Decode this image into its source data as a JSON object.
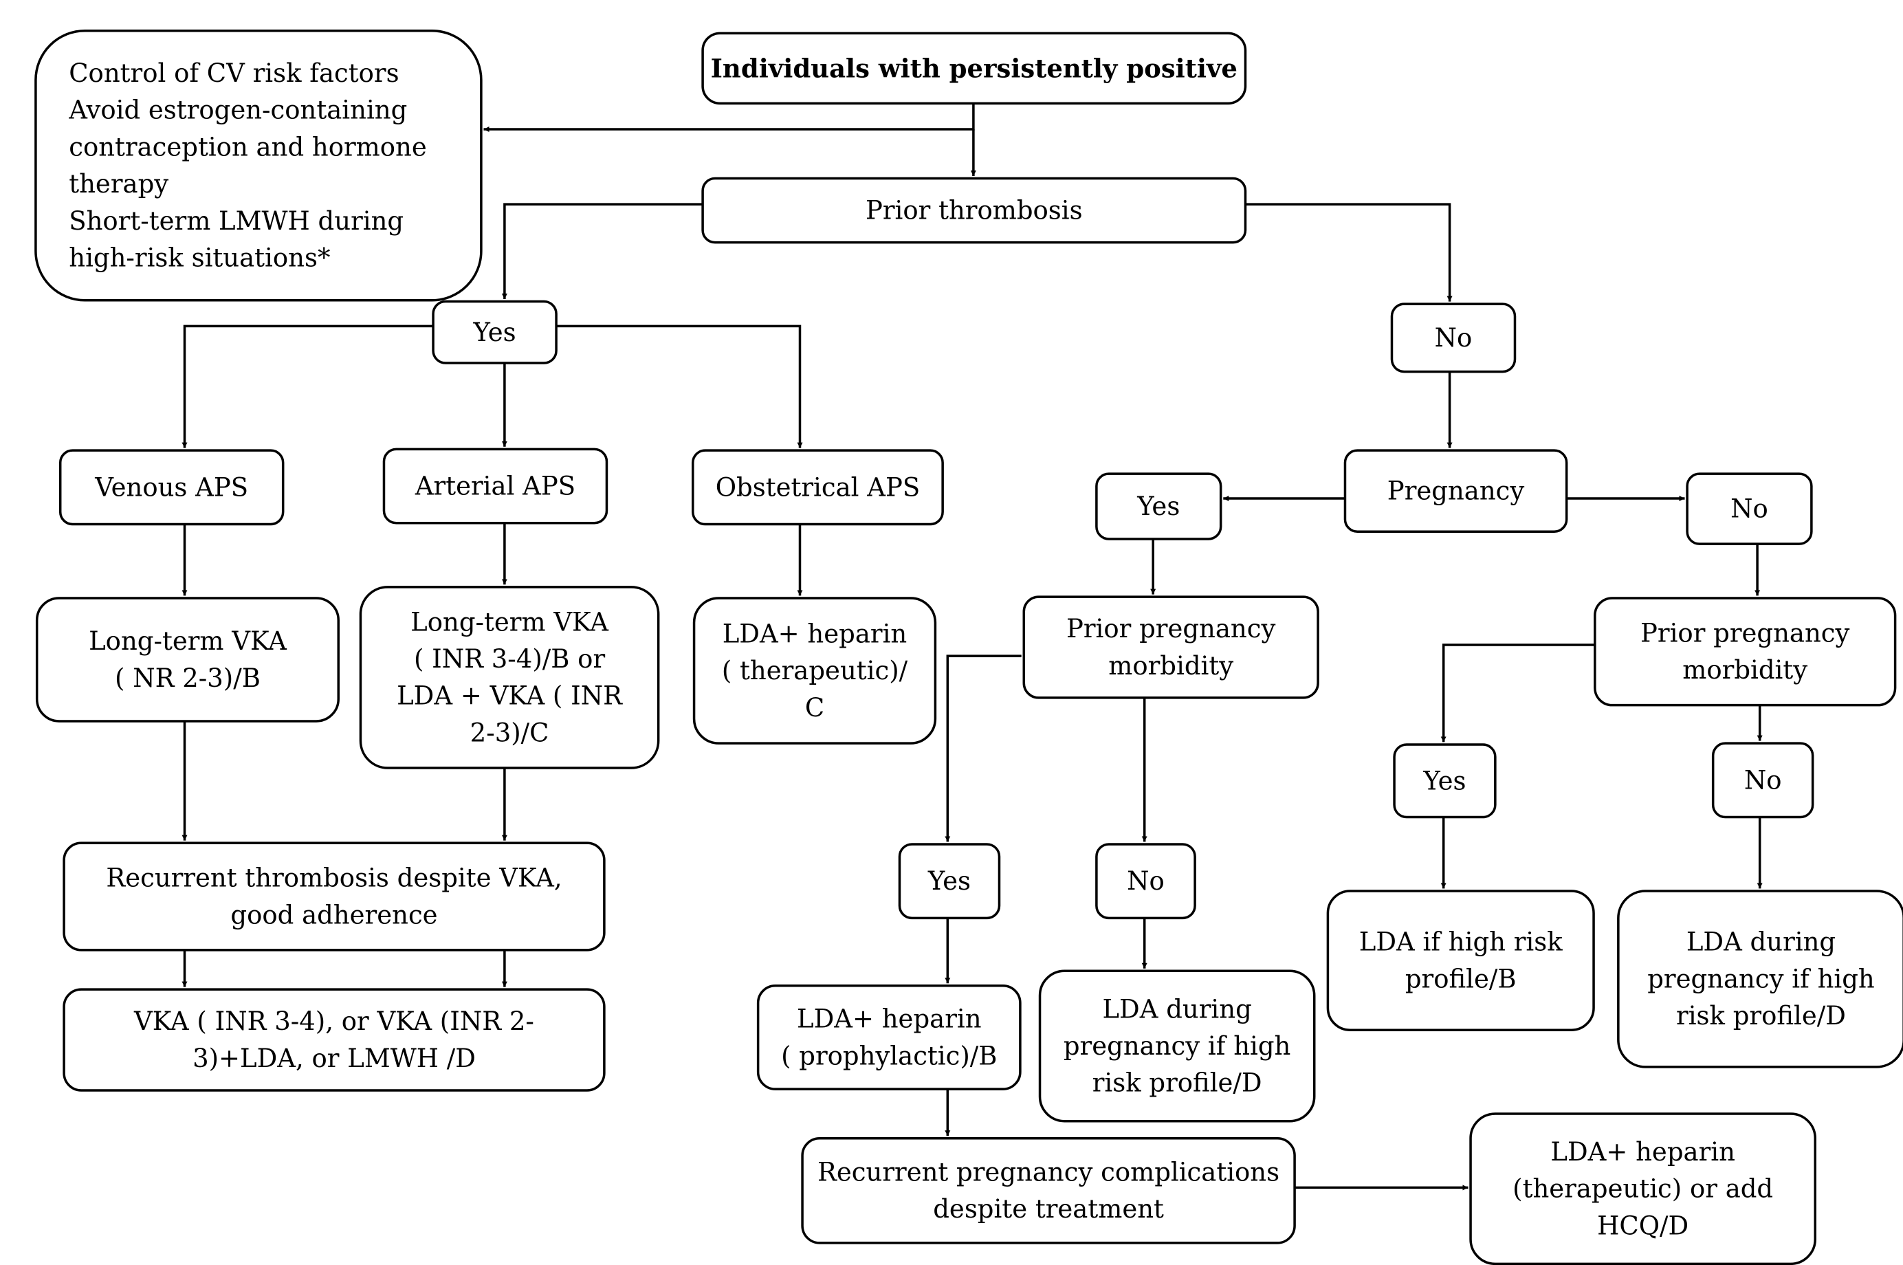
{
  "nodes": {
    "top": [
      "Individuals with persistently positive"
    ],
    "cv_box": [
      "Control of CV risk factors",
      "Avoid estrogen-containing",
      "contraception and hormone",
      "therapy",
      "Short-term LMWH during",
      "high-risk situations*"
    ],
    "prior_thrombosis": [
      "Prior thrombosis"
    ],
    "yes_main": [
      "Yes"
    ],
    "no_main": [
      "No"
    ],
    "venous": [
      "Venous APS"
    ],
    "arterial": [
      "Arterial APS"
    ],
    "obstetrical": [
      "Obstetrical APS"
    ],
    "venous_tx": [
      "Long-term VKA",
      "( NR 2-3)/B"
    ],
    "arterial_tx": [
      "Long-term VKA",
      "( INR 3-4)/B or",
      "LDA + VKA ( INR",
      "2-3)/C"
    ],
    "obstetric_tx": [
      "LDA+ heparin",
      "( therapeutic)/",
      "C"
    ],
    "recurrent_thrombosis": [
      "Recurrent thrombosis despite VKA,",
      "good adherence"
    ],
    "vka_final": [
      "VKA ( INR 3-4), or VKA (INR 2-",
      "3)+LDA, or LMWH /D"
    ],
    "pregnancy": [
      "Pregnancy"
    ],
    "preg_yes": [
      "Yes"
    ],
    "preg_no": [
      "No"
    ],
    "ppm_left": [
      "Prior pregnancy",
      "morbidity"
    ],
    "ppm_right": [
      "Prior pregnancy",
      "morbidity"
    ],
    "ppm_left_yes": [
      "Yes"
    ],
    "ppm_left_no": [
      "No"
    ],
    "ppm_right_yes": [
      "Yes"
    ],
    "ppm_right_no": [
      "No"
    ],
    "lda_heparin_proph": [
      "LDA+ heparin",
      "( prophylactic)/B"
    ],
    "lda_during_left": [
      "LDA during",
      "pregnancy if high",
      "risk profile/D"
    ],
    "lda_high_risk": [
      "LDA if high risk",
      "profile/B"
    ],
    "lda_during_right": [
      "LDA during",
      "pregnancy if high",
      "risk profile/D"
    ],
    "recurrent_preg": [
      "Recurrent pregnancy complications",
      "despite treatment"
    ],
    "lda_heparin_ther": [
      "LDA+ heparin",
      "(therapeutic) or add",
      "HCQ/D"
    ]
  }
}
